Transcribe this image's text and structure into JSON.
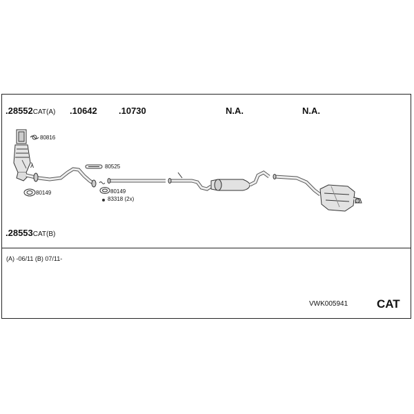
{
  "header": {
    "part_numbers": [
      {
        "number": ".28552",
        "suffix": "CAT(A)"
      },
      {
        "number": ".10642",
        "suffix": ""
      },
      {
        "number": ".10730",
        "suffix": ""
      },
      {
        "number": "N.A.",
        "suffix": ""
      },
      {
        "number": "N.A.",
        "suffix": ""
      }
    ]
  },
  "second_cat": {
    "number": ".28553",
    "suffix": "CAT(B)"
  },
  "callouts": {
    "c80816": "80816",
    "lambda": "λ",
    "c80149_left": "80149",
    "c80525": "80525",
    "c80149_mid": "80149",
    "c83318": "83318 (2x)"
  },
  "notes": {
    "validity": "(A) -06/11 (B) 07/11-"
  },
  "footer": {
    "doc_id": "VWK005941",
    "type_label": "CAT"
  }
}
